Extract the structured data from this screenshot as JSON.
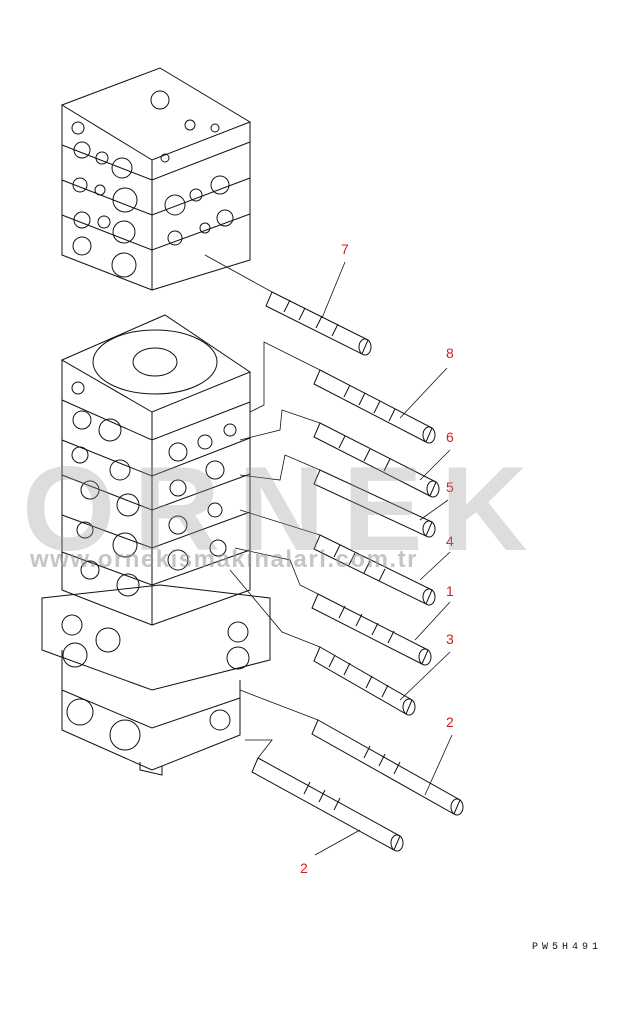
{
  "diagram": {
    "part_labels": [
      "7",
      "8",
      "6",
      "5",
      "4",
      "1",
      "3",
      "2",
      "2"
    ],
    "drawing_code": "PW5H491",
    "label_color": "#cc2222",
    "line_color": "#111111"
  },
  "watermark": {
    "brand": "ORNEK",
    "url": "www.ornekismakinalari.com.tr"
  }
}
